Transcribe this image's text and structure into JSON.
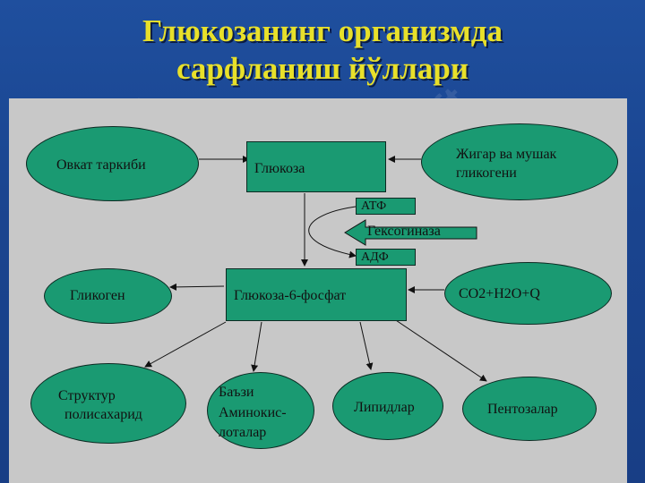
{
  "title": {
    "line1": "Глюкозанинг организмда",
    "line2": "сарфланиш йўллари"
  },
  "nodes": {
    "ovkat": "Овкат таркиби",
    "glyukoza": "Глюкоза",
    "jigar_l1": "Жигар ва мушак",
    "jigar_l2": "гликогени",
    "atf": "АТФ",
    "geksokinaza": "Гексогиназа",
    "adf": "АДФ",
    "glikogen": "Гликоген",
    "g6f": "Глюкоза-6-фосфат",
    "co2": "CO2+H2O+Q",
    "struktur_l1": "Структур",
    "struktur_l2": "полисахарид",
    "bazi_l1": "Баъзи",
    "bazi_l2": "Аминокис-",
    "bazi_l3": "лоталар",
    "lipidlar": "Липидлар",
    "pentozalar": "Пентозалар"
  },
  "colors": {
    "node_fill": "#1a9a72",
    "panel": "#c8c8c8",
    "title": "#e8e02a",
    "background": "#1f4f9e"
  }
}
